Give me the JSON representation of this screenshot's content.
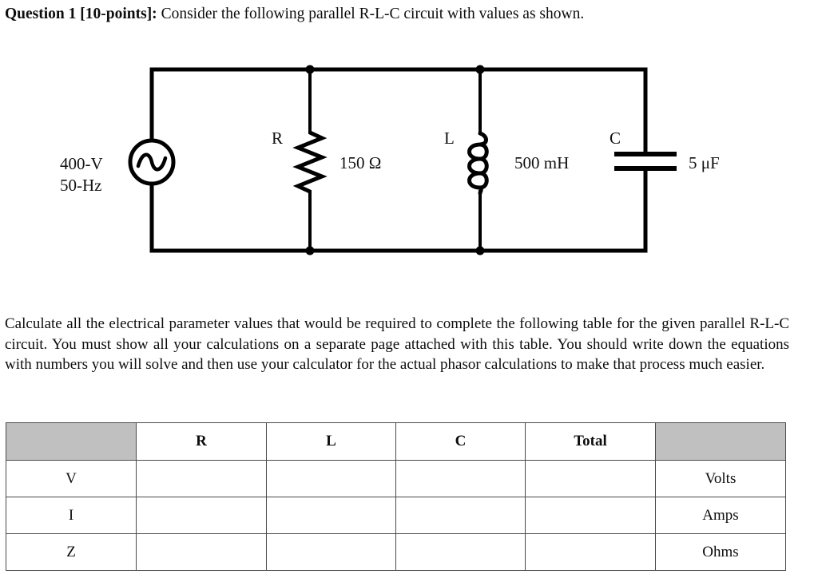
{
  "heading": {
    "label": "Question 1 [10-points]:",
    "text": " Consider the following parallel R-L-C circuit with values as shown."
  },
  "circuit": {
    "source": {
      "voltage_label": "400-V",
      "frequency_label": "50-Hz",
      "symbol": "ac-voltage-source"
    },
    "components": [
      {
        "designator": "R",
        "value": "150 Ω",
        "symbol": "resistor"
      },
      {
        "designator": "L",
        "value": "500 mH",
        "symbol": "inductor"
      },
      {
        "designator": "C",
        "value": "5 μF",
        "symbol": "capacitor"
      }
    ],
    "topology": "parallel",
    "wire_color": "#000000"
  },
  "instructions": {
    "paragraph": "Calculate all the electrical parameter values that would be required to complete the following table for the given parallel R-L-C circuit. You must show all your calculations on a separate page attached with this table. You should write down the equations with numbers you will solve and then use your calculator for the actual phasor calculations to make that process much easier."
  },
  "table": {
    "header": [
      "",
      "R",
      "L",
      "C",
      "Total",
      ""
    ],
    "rows": [
      {
        "label": "V",
        "cells": [
          "",
          "",
          "",
          ""
        ],
        "unit": "Volts"
      },
      {
        "label": "I",
        "cells": [
          "",
          "",
          "",
          ""
        ],
        "unit": "Amps"
      },
      {
        "label": "Z",
        "cells": [
          "",
          "",
          "",
          ""
        ],
        "unit": "Ohms"
      }
    ],
    "shaded_color": "#c0c0c0",
    "border_color": "#4a4a4a"
  }
}
